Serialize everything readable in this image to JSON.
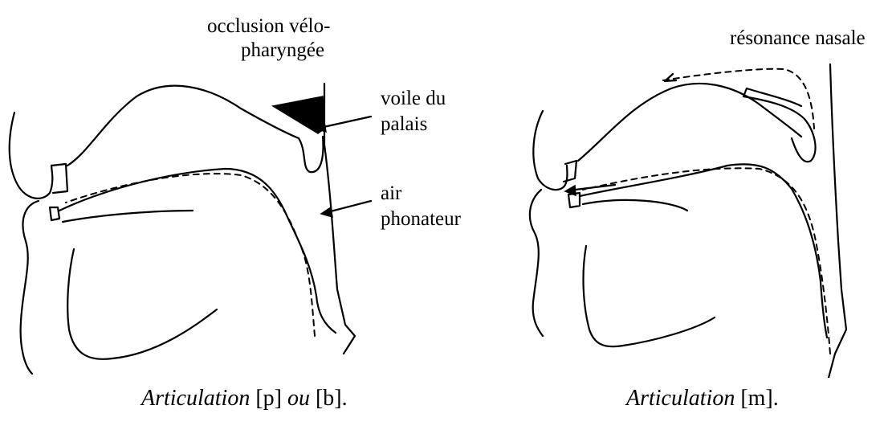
{
  "left_figure": {
    "labels": {
      "occlusion_line1": "occlusion vélo-",
      "occlusion_line2": "pharyngée",
      "voile_line1": "voile du",
      "voile_line2": "palais",
      "air_line1": "air",
      "air_line2": "phonateur"
    },
    "caption": {
      "word1": "Articulation",
      "seg1": " [p] ",
      "word2": "ou",
      "seg2": " [b]."
    }
  },
  "right_figure": {
    "labels": {
      "resonance": "résonance nasale"
    },
    "caption": {
      "word1": "Articulation",
      "seg1": " [m]."
    }
  }
}
